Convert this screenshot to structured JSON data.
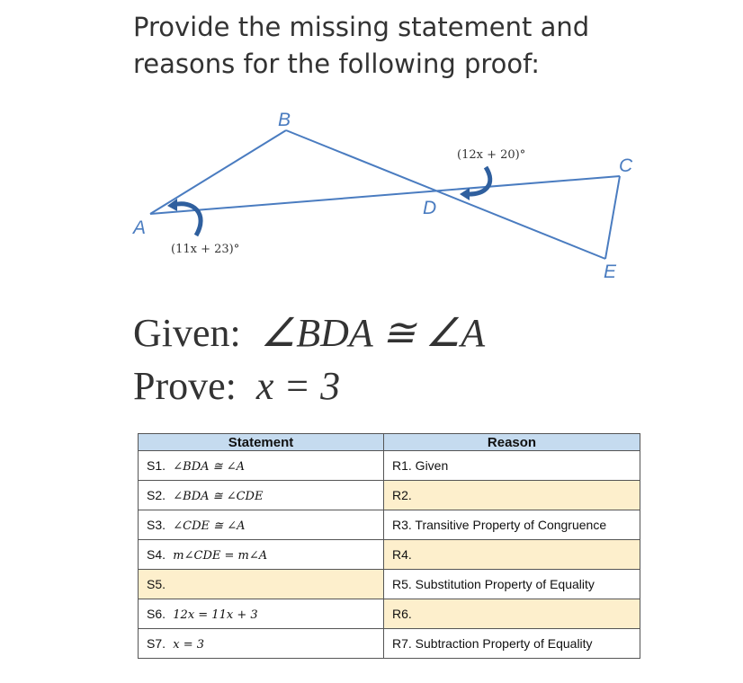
{
  "title": "Provide the missing statement and reasons for the following proof:",
  "diagram": {
    "points": [
      "A",
      "B",
      "C",
      "D",
      "E"
    ],
    "angle_at_A": "(11x + 23)°",
    "angle_at_D": "(12x + 20)°",
    "line_color": "#4a7cc0"
  },
  "given": {
    "label": "Given:",
    "value": "∠BDA ≅ ∠A"
  },
  "prove": {
    "label": "Prove:",
    "value": "x = 3"
  },
  "table": {
    "headers": [
      "Statement",
      "Reason"
    ],
    "rows": [
      {
        "s_num": "S1.",
        "s": "∠BDA ≅ ∠A",
        "r": "R1.  Given",
        "s_missing": false,
        "r_missing": false
      },
      {
        "s_num": "S2.",
        "s": "∠BDA ≅ ∠CDE",
        "r": "R2.",
        "s_missing": false,
        "r_missing": true
      },
      {
        "s_num": "S3.",
        "s": "∠CDE ≅ ∠A",
        "r": "R3.  Transitive Property of Congruence",
        "s_missing": false,
        "r_missing": false
      },
      {
        "s_num": "S4.",
        "s": "m∠CDE = m∠A",
        "r": "R4.",
        "s_missing": false,
        "r_missing": true
      },
      {
        "s_num": "S5.",
        "s": "",
        "r": "R5.  Substitution Property of Equality",
        "s_missing": true,
        "r_missing": false
      },
      {
        "s_num": "S6.",
        "s": "12x = 11x + 3",
        "r": "R6.",
        "s_missing": false,
        "r_missing": true
      },
      {
        "s_num": "S7.",
        "s": "x = 3",
        "r": "R7.  Subtraction Property of Equality",
        "s_missing": false,
        "r_missing": false
      }
    ],
    "highlight_color": "#fdefcc",
    "header_color": "#c5dbef"
  }
}
